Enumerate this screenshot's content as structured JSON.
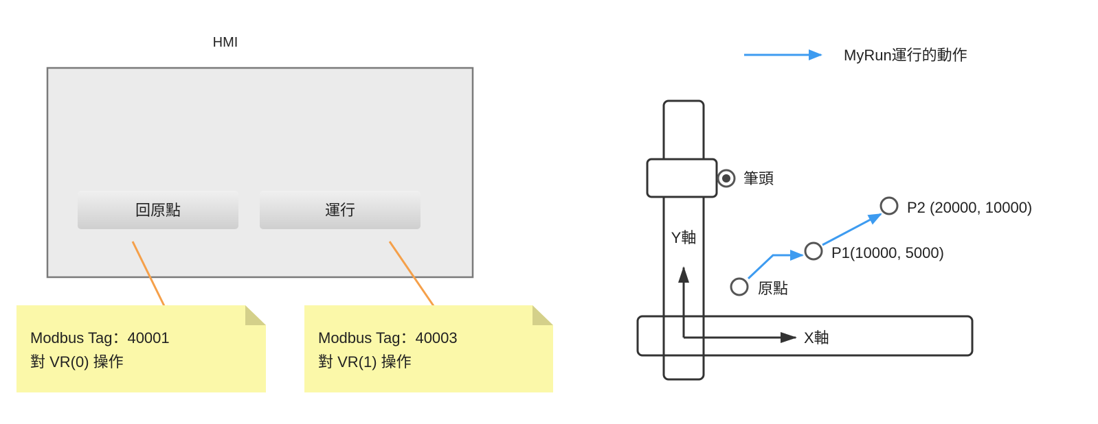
{
  "hmi": {
    "title": "HMI",
    "buttons": [
      {
        "label": "回原點"
      },
      {
        "label": "運行"
      }
    ]
  },
  "notes": [
    {
      "line1": "Modbus Tag：40001",
      "line2": "對 VR(0) 操作"
    },
    {
      "line1": "Modbus Tag：40003",
      "line2": "對 VR(1) 操作"
    }
  ],
  "legend": {
    "label": "MyRun運行的動作"
  },
  "machine": {
    "pen_label": "筆頭",
    "y_axis_label": "Y軸",
    "x_axis_label": "X軸",
    "points": [
      {
        "label": "原點"
      },
      {
        "label": "P1(10000, 5000)"
      },
      {
        "label": "P2 (20000, 10000)"
      }
    ]
  },
  "colors": {
    "blue_arrow": "#3d9bf0",
    "orange_arrow": "#f5a04a",
    "note": "#fbf8a9",
    "panel": "#ebebeb"
  }
}
